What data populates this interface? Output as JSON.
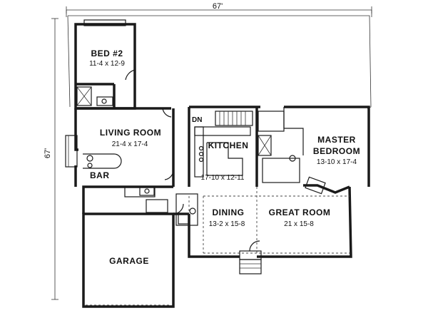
{
  "overall": {
    "width_label": "67'",
    "depth_label": "67'"
  },
  "rooms": {
    "bed2": {
      "name": "BED #2",
      "dims": "11-4  x  12-9"
    },
    "living": {
      "name": "LIVING ROOM",
      "dims": "21-4  x  17-4"
    },
    "kitchen": {
      "name": "KITCHEN",
      "dims": "17-10  x  12-11"
    },
    "master": {
      "name_line1": "MASTER",
      "name_line2": "BEDROOM",
      "dims": "13-10  x  17-4"
    },
    "bar": {
      "name": "BAR"
    },
    "dining": {
      "name": "DINING",
      "dims": "13-2  x  15-8"
    },
    "great": {
      "name": "GREAT ROOM",
      "dims": "21  x  15-8"
    },
    "garage": {
      "name": "GARAGE"
    }
  },
  "annotations": {
    "stair_down": "DN"
  }
}
